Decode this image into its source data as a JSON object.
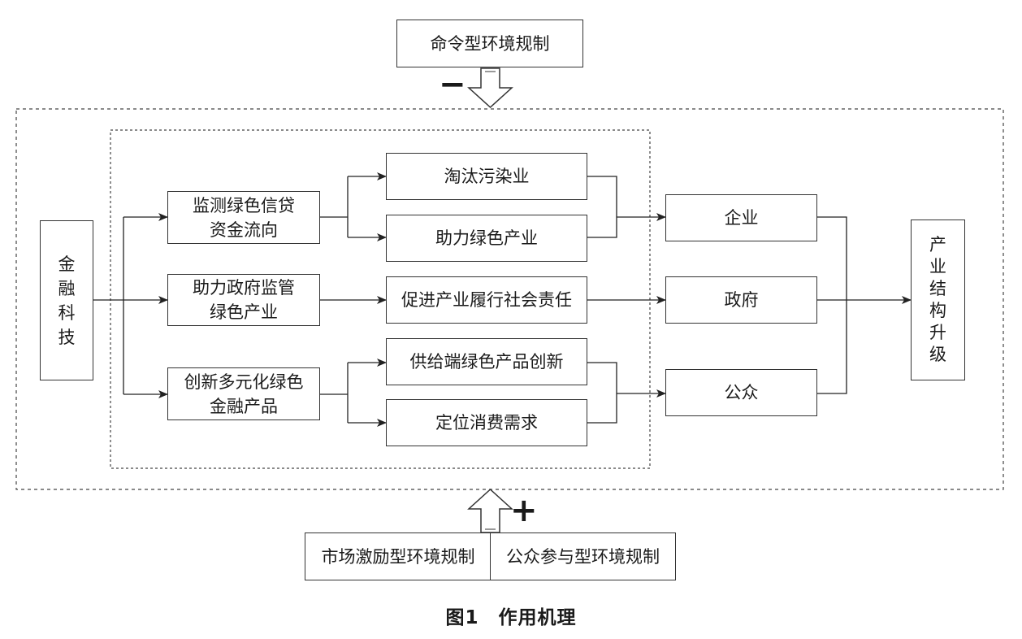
{
  "top_box": "命令型环境规制",
  "minus_sign": "−",
  "plus_sign": "+",
  "left_box": "金\n融\n科\n技",
  "right_box": "产\n业\n结\n构\n升\n级",
  "mechanisms": {
    "m1": "监测绿色信贷\n资金流向",
    "m2": "助力政府监管\n绿色产业",
    "m3": "创新多元化绿色\n金融产品"
  },
  "effects": {
    "e1": "淘汰污染业",
    "e2": "助力绿色产业",
    "e3": "促进产业履行社会责任",
    "e4": "供给端绿色产品创新",
    "e5": "定位消费需求"
  },
  "actors": {
    "a1": "企业",
    "a2": "政府",
    "a3": "公众"
  },
  "bottom_boxes": {
    "left": "市场激励型环境规制",
    "right": "公众参与型环境规制"
  },
  "caption": "图1　作用机理"
}
